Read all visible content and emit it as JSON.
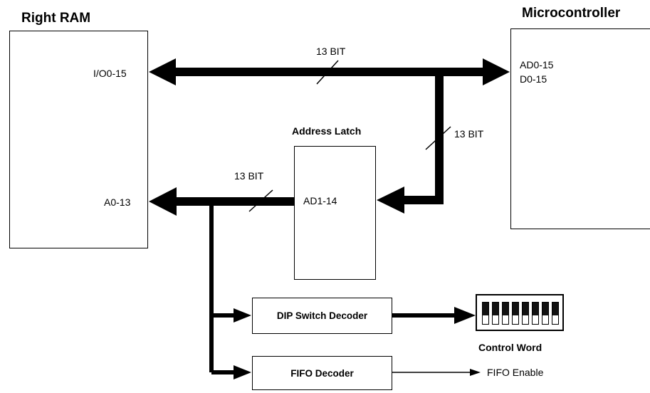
{
  "right_ram": {
    "title": "Right RAM",
    "port_io": "I/O0-15",
    "port_addr": "A0-13"
  },
  "microcontroller": {
    "title": "Microcontroller",
    "port_ad": "AD0-15",
    "port_d": "D0-15"
  },
  "address_latch": {
    "title": "Address Latch",
    "port": "AD1-14"
  },
  "buses": {
    "top_width": "13 BIT",
    "right_width": "13 BIT",
    "left_width": "13 BIT"
  },
  "dip_switch_decoder": {
    "label": "DIP Switch Decoder"
  },
  "fifo_decoder": {
    "label": "FIFO Decoder"
  },
  "control_word": {
    "label": "Control Word",
    "switch_count": 8
  },
  "fifo_enable": {
    "label": "FIFO Enable"
  }
}
